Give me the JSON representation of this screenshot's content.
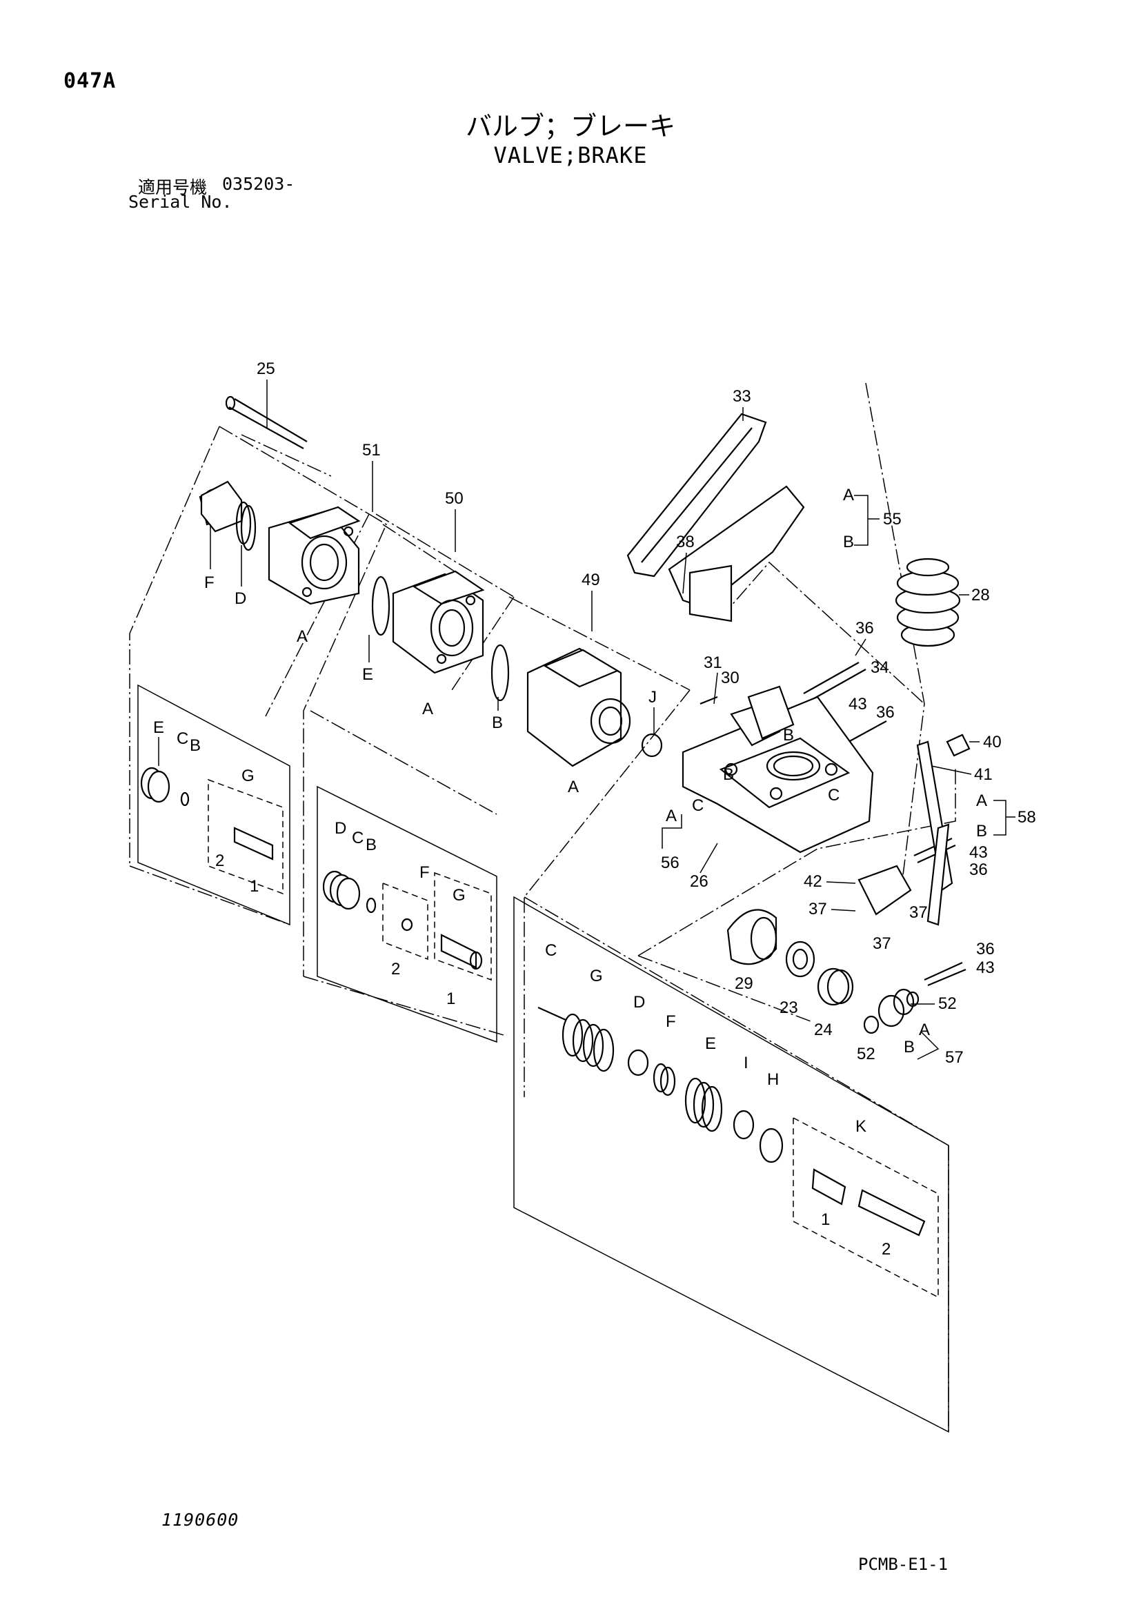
{
  "header": {
    "page_code": "047A",
    "title_jp": "バルブ；ブレーキ",
    "title_en": "VALVE;BRAKE",
    "serial_label_jp": "適用号機",
    "serial_value": "035203-",
    "serial_label_en": "Serial No."
  },
  "footer": {
    "drawing_number": "1190600",
    "page_reference": "PCMB-E1-1"
  },
  "callouts": {
    "c25": "25",
    "c51": "51",
    "c50": "50",
    "c49": "49",
    "c33": "33",
    "c55": "55",
    "c28": "28",
    "c38": "38",
    "c36": "36",
    "c34": "34",
    "c31": "31",
    "c30": "30",
    "c43": "43",
    "c40": "40",
    "c41": "41",
    "c58": "58",
    "c56": "56",
    "c26": "26",
    "c42": "42",
    "c37": "37",
    "c29": "29",
    "c23": "23",
    "c24": "24",
    "c52": "52",
    "c57": "57",
    "c1": "1",
    "c2": "2"
  },
  "letters": {
    "A": "A",
    "B": "B",
    "C": "C",
    "D": "D",
    "E": "E",
    "F": "F",
    "G": "G",
    "H": "H",
    "I": "I",
    "J": "J",
    "K": "K"
  }
}
